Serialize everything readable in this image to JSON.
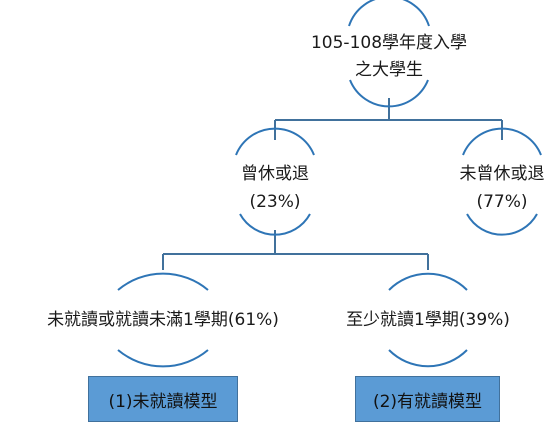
{
  "diagram": {
    "root": {
      "line1": "105-108學年度入學",
      "line2": "之大學生"
    },
    "left_branch": {
      "line1": "曾休或退",
      "line2": "(23%)"
    },
    "right_branch": {
      "line1": "未曾休或退",
      "line2": "(77%)"
    },
    "leaf_left": {
      "label": "未就讀或就讀未滿1學期(61%)"
    },
    "leaf_right": {
      "label": "至少就讀1學期(39%)"
    },
    "model_left": {
      "label": "(1)未就讀模型"
    },
    "model_right": {
      "label": "(2)有就讀模型"
    },
    "colors": {
      "connector": "#41719c",
      "arc": "#2e75b6",
      "model_fill": "#5b9bd5"
    }
  }
}
